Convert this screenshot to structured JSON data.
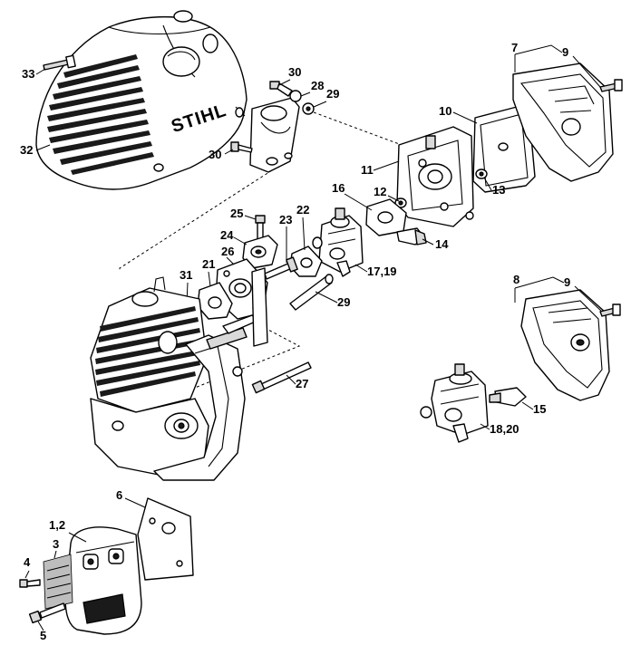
{
  "diagram": {
    "brand_logo": "STIHL",
    "callouts": [
      {
        "id": "c33",
        "label": "33"
      },
      {
        "id": "c32",
        "label": "32"
      },
      {
        "id": "c30a",
        "label": "30"
      },
      {
        "id": "c28",
        "label": "28"
      },
      {
        "id": "c29a",
        "label": "29"
      },
      {
        "id": "c30b",
        "label": "30"
      },
      {
        "id": "c7",
        "label": "7"
      },
      {
        "id": "c9a",
        "label": "9"
      },
      {
        "id": "c10",
        "label": "10"
      },
      {
        "id": "c11",
        "label": "11"
      },
      {
        "id": "c12",
        "label": "12"
      },
      {
        "id": "c13",
        "label": "13"
      },
      {
        "id": "c16",
        "label": "16"
      },
      {
        "id": "c14",
        "label": "14"
      },
      {
        "id": "c25",
        "label": "25"
      },
      {
        "id": "c23",
        "label": "23"
      },
      {
        "id": "c22",
        "label": "22"
      },
      {
        "id": "c24",
        "label": "24"
      },
      {
        "id": "c26",
        "label": "26"
      },
      {
        "id": "c1719",
        "label": "17,19"
      },
      {
        "id": "c29b",
        "label": "29"
      },
      {
        "id": "c31",
        "label": "31"
      },
      {
        "id": "c21",
        "label": "21"
      },
      {
        "id": "c8",
        "label": "8"
      },
      {
        "id": "c9b",
        "label": "9"
      },
      {
        "id": "c27",
        "label": "27"
      },
      {
        "id": "c15",
        "label": "15"
      },
      {
        "id": "c1820",
        "label": "18,20"
      },
      {
        "id": "c6",
        "label": "6"
      },
      {
        "id": "c12b",
        "label": "1,2"
      },
      {
        "id": "c3",
        "label": "3"
      },
      {
        "id": "c4",
        "label": "4"
      },
      {
        "id": "c5",
        "label": "5"
      }
    ]
  }
}
